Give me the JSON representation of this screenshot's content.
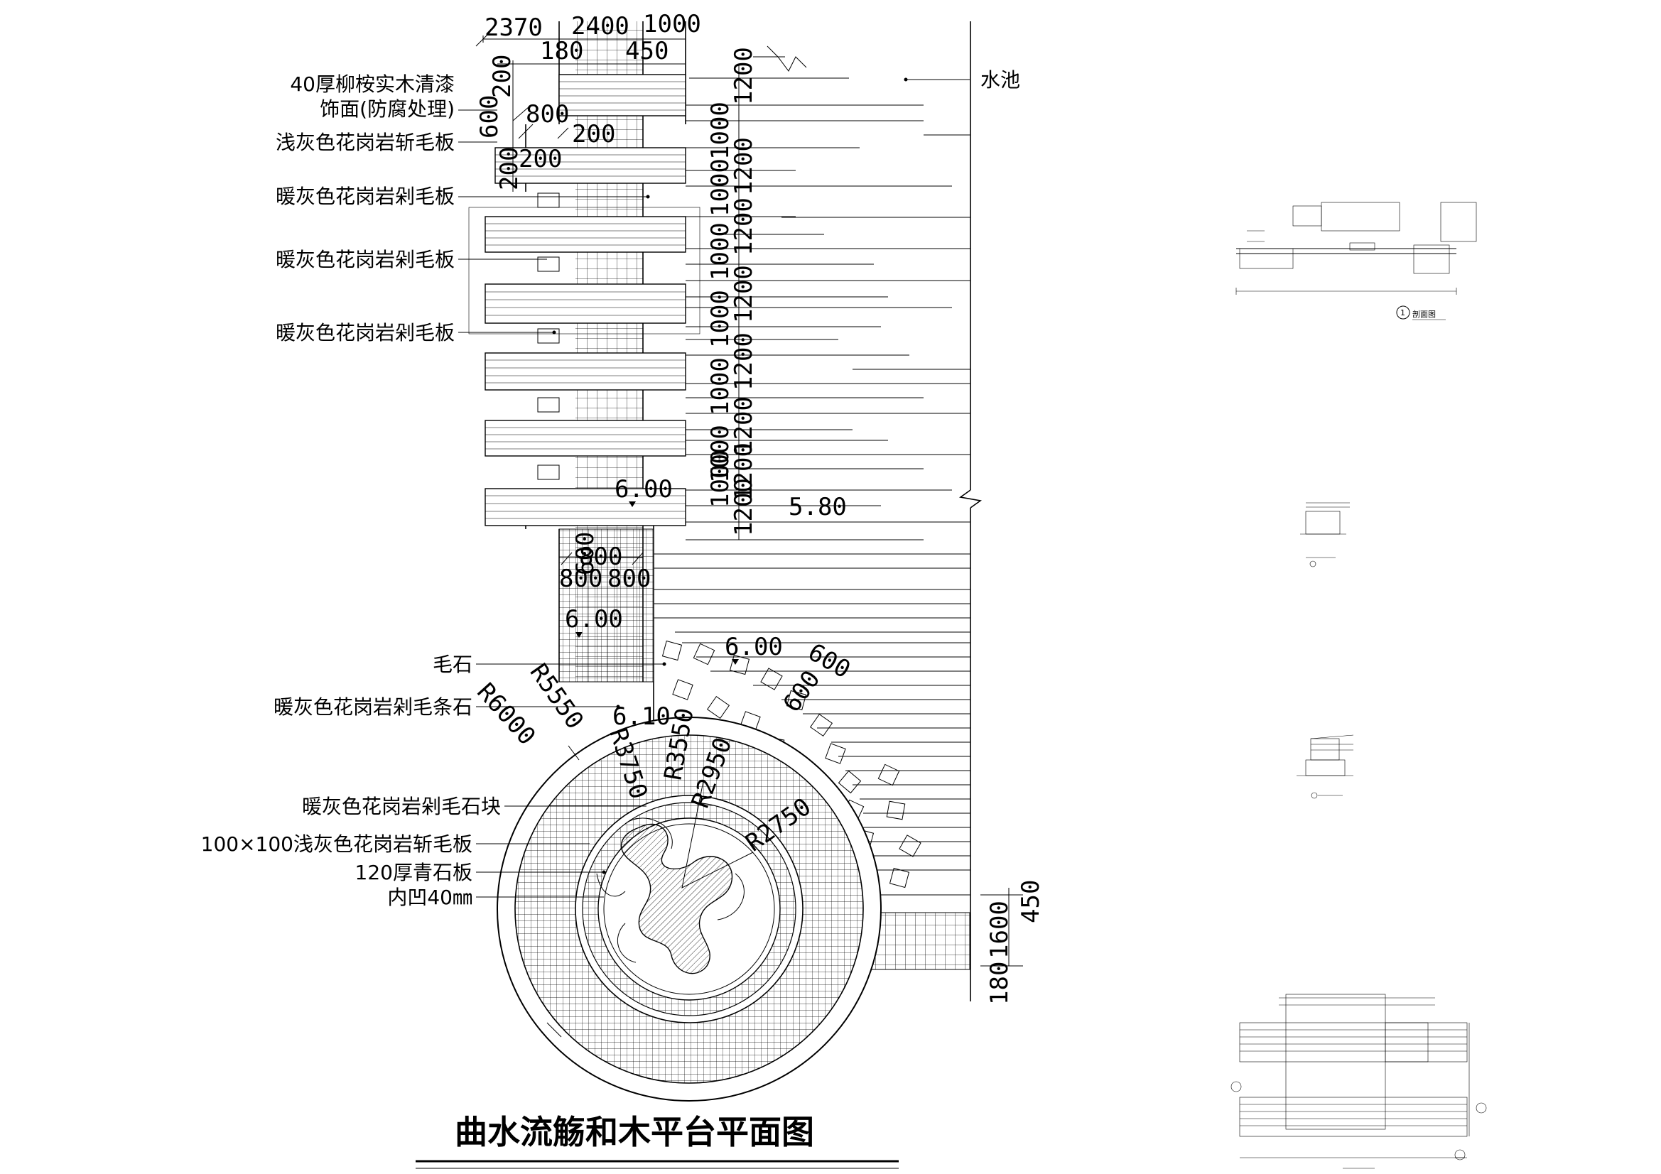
{
  "title": "曲水流觞和木平台平面图",
  "labels": [
    {
      "id": "wood-deck",
      "lines": [
        "40厚柳桉实木清漆",
        "饰面(防腐处理)"
      ]
    },
    {
      "id": "light-grey-granite",
      "lines": [
        "浅灰色花岗岩斩毛板"
      ]
    },
    {
      "id": "warm-grey-1",
      "lines": [
        "暖灰色花岗岩剁毛板"
      ]
    },
    {
      "id": "warm-grey-2",
      "lines": [
        "暖灰色花岗岩剁毛板"
      ]
    },
    {
      "id": "warm-grey-3",
      "lines": [
        "暖灰色花岗岩剁毛板"
      ]
    },
    {
      "id": "rubble",
      "lines": [
        "毛石"
      ]
    },
    {
      "id": "warm-grey-strip",
      "lines": [
        "暖灰色花岗岩剁毛条石"
      ]
    },
    {
      "id": "warm-grey-block",
      "lines": [
        "暖灰色花岗岩剁毛石块"
      ]
    },
    {
      "id": "granite-100",
      "lines": [
        "100×100浅灰色花岗岩斩毛板"
      ]
    },
    {
      "id": "bluestone",
      "lines": [
        "120厚青石板"
      ]
    },
    {
      "id": "recess",
      "lines": [
        "内凹40㎜"
      ]
    }
  ],
  "pond_label": "水池",
  "top_dims": {
    "d2370": "2370",
    "d2400": "2400",
    "d1000": "1000",
    "d180": "180",
    "d450": "450"
  },
  "left_dims": {
    "d200a": "200",
    "d600": "600",
    "d200b": "200",
    "d800": "800",
    "d200c": "200",
    "d200d": "200"
  },
  "vertical_stack": [
    "1200",
    "1000",
    "1000",
    "1200",
    "1000",
    "1200",
    "1000",
    "1200",
    "1000",
    "1200",
    "1000",
    "1200",
    "1000",
    "1200",
    "1200"
  ],
  "mid_dims": {
    "d600": "600",
    "d800a": "800",
    "d800b": "800",
    "d800c": "800"
  },
  "levels": {
    "l1": "6.00",
    "l2": "5.80",
    "l3": "6.00",
    "l4": "6.00",
    "l5": "6.10"
  },
  "radii": {
    "r6000": "R6000",
    "r5550": "R5550",
    "r3750": "R3750",
    "r3550": "R3550",
    "r2950": "R2950",
    "r2750": "R2750"
  },
  "stone_dims": {
    "d600a": "600",
    "d600b": "600"
  },
  "right_dims": {
    "d1600": "1600",
    "d450": "450",
    "d180": "180"
  },
  "thumb_captions": {
    "section1": "剖面图",
    "section1_num": "1"
  }
}
